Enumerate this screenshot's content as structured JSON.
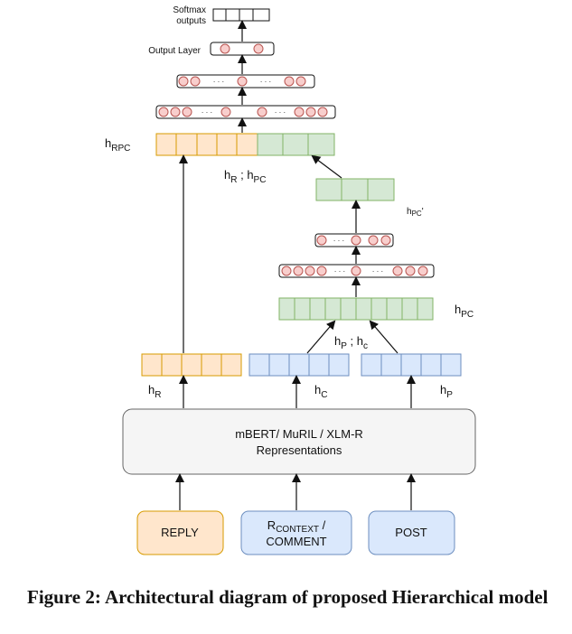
{
  "labels": {
    "softmax_line1": "Softmax",
    "softmax_line2": "outputs",
    "output_layer": "Output Layer",
    "h_rpc": {
      "main": "h",
      "sub": "RPC"
    },
    "h_r_h_pc": {
      "a_main": "h",
      "a_sub": "R",
      "sep": " ; ",
      "b_main": "h",
      "b_sub": "PC"
    },
    "h_pc_prime": {
      "main": "h",
      "sub": "PC",
      "suffix": "'"
    },
    "h_pc": {
      "main": "h",
      "sub": "PC"
    },
    "h_p_h_c": {
      "a_main": "h",
      "a_sub": "P",
      "sep": " ; ",
      "b_main": "h",
      "b_sub": "c"
    },
    "h_r": {
      "main": "h",
      "sub": "R"
    },
    "h_c": {
      "main": "h",
      "sub": "C"
    },
    "h_p": {
      "main": "h",
      "sub": "P"
    },
    "ellipsis": "· · ·"
  },
  "encoder": {
    "line1": "mBERT/ MuRIL / XLM-R",
    "line2": "Representations"
  },
  "inputs": {
    "reply": "REPLY",
    "context": {
      "main": "R",
      "sub": "CONTEXT",
      "suffix": " /",
      "line2": "COMMENT"
    },
    "post": "POST"
  },
  "caption": "Figure 2: Architectural diagram of proposed Hierarchical model",
  "colors": {
    "orange_fill": "#ffe6cc",
    "orange_stroke": "#d79b00",
    "blue_fill": "#dae8fc",
    "blue_stroke": "#6c8ebf",
    "green_fill": "#d5e8d4",
    "green_stroke": "#82b366",
    "node_fill": "#f8cecc",
    "node_stroke": "#b85450",
    "encoder_fill": "#f5f5f5",
    "encoder_stroke": "#666666"
  }
}
